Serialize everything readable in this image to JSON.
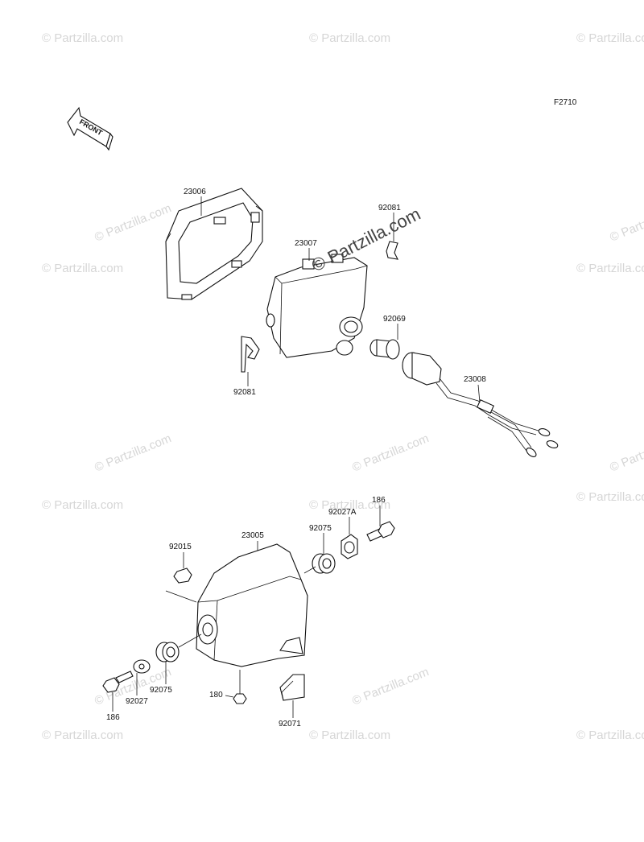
{
  "figure_code": "F2710",
  "front_label": "FRONT",
  "watermark_text": "© Partzilla.com",
  "center_watermark_text": "© Partzilla.com",
  "parts": {
    "rim": "23006",
    "clip_top": "92081",
    "lamp_unit": "23007",
    "clip_left": "92081",
    "bulb": "92069",
    "socket_harness": "23008",
    "nut": "92015",
    "housing": "23005",
    "grommet_right": "92075",
    "washer_right": "92027A",
    "bolt_right": "186",
    "grommet_left": "92075",
    "washer_left": "92027",
    "bolt_left": "186",
    "screw": "180",
    "bracket": "92071"
  },
  "colors": {
    "line": "#111111",
    "watermark": "#d6d6d6",
    "background": "#ffffff"
  }
}
